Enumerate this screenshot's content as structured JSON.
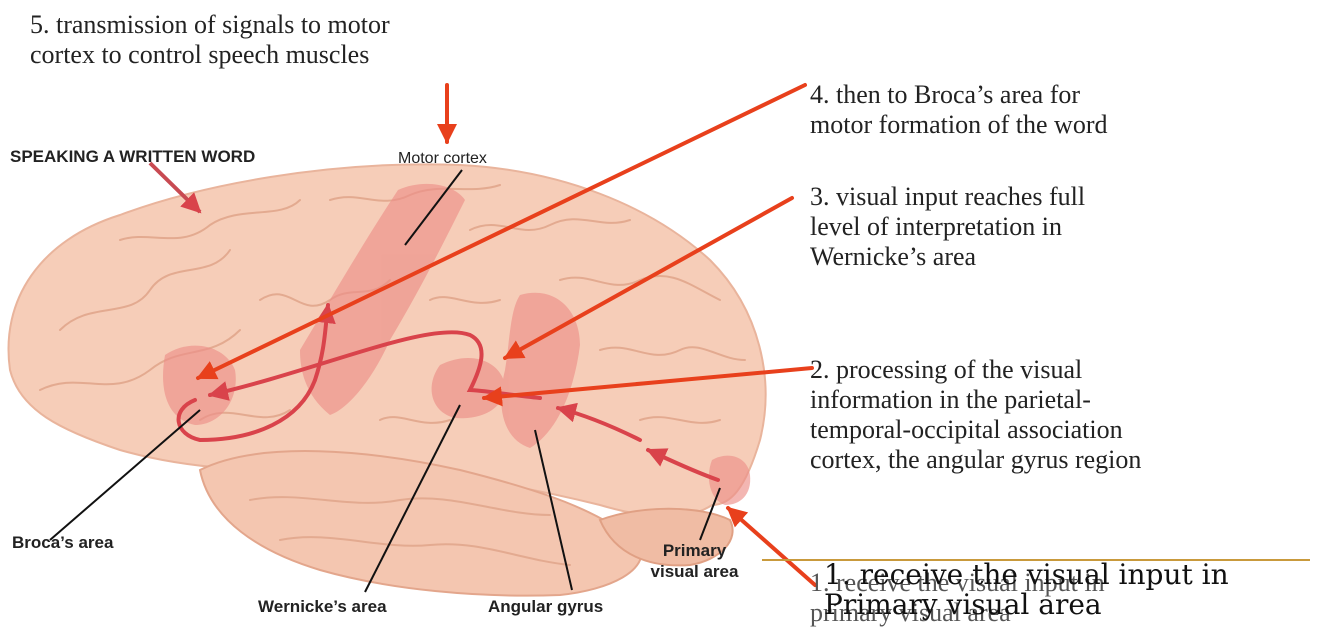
{
  "diagram": {
    "title": "SPEAKING A WRITTEN WORD",
    "steps": {
      "step5": "5. transmission of signals to motor\ncortex to control speech muscles",
      "step4": "4. then to Broca’s area for\nmotor formation of the word",
      "step3": "3. visual input reaches full\nlevel of interpretation in\nWernicke’s area",
      "step2": "2. processing of the visual\ninformation in the parietal-\ntemporal-occipital association\ncortex, the angular gyrus region",
      "step1": "1. receive the visual input in\nprimary visual area",
      "step1_overlay": "1. receive the visual input in\nPrimary visual area"
    },
    "region_labels": {
      "motor_cortex": "Motor cortex",
      "brocas_area": "Broca’s area",
      "primary_visual_area": "Primary\nvisual area",
      "wernickes_area": "Wernicke’s area",
      "angular_gyrus": "Angular gyrus"
    },
    "colors": {
      "arrow": "#e8401c",
      "pathway": "#d9434b",
      "brain": "#f6cdb8",
      "region_highlight": "#ec8f88"
    }
  }
}
